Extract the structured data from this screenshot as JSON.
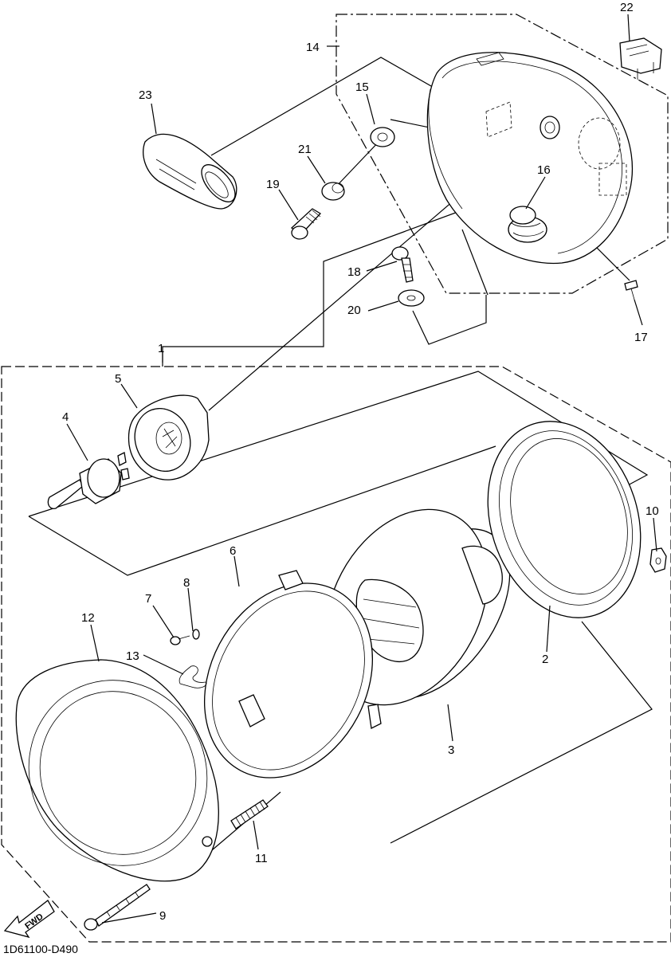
{
  "diagram": {
    "drawing_code": "1D61100-D490",
    "direction_label": "FWD",
    "callouts": [
      {
        "id": "1",
        "label": "1"
      },
      {
        "id": "2",
        "label": "2"
      },
      {
        "id": "3",
        "label": "3"
      },
      {
        "id": "4",
        "label": "4"
      },
      {
        "id": "5",
        "label": "5"
      },
      {
        "id": "6",
        "label": "6"
      },
      {
        "id": "7",
        "label": "7"
      },
      {
        "id": "8",
        "label": "8"
      },
      {
        "id": "9",
        "label": "9"
      },
      {
        "id": "10",
        "label": "10"
      },
      {
        "id": "11",
        "label": "11"
      },
      {
        "id": "12",
        "label": "12"
      },
      {
        "id": "13",
        "label": "13"
      },
      {
        "id": "14",
        "label": "14"
      },
      {
        "id": "15",
        "label": "15"
      },
      {
        "id": "16",
        "label": "16"
      },
      {
        "id": "17",
        "label": "17"
      },
      {
        "id": "18",
        "label": "18"
      },
      {
        "id": "19",
        "label": "19"
      },
      {
        "id": "20",
        "label": "20"
      },
      {
        "id": "21",
        "label": "21"
      },
      {
        "id": "22",
        "label": "22"
      },
      {
        "id": "23",
        "label": "23"
      }
    ]
  }
}
